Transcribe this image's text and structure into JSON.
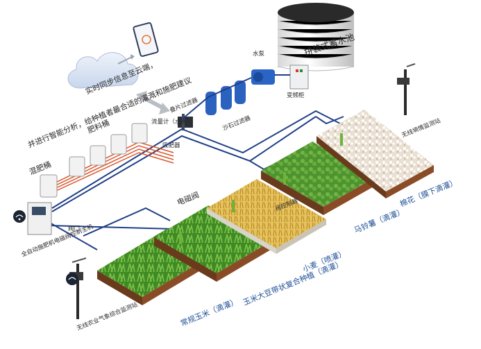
{
  "texts": {
    "cloud_line1": "实时同步信息至云端，",
    "cloud_line2": "并进行智能分析，给种植者最合适的灌溉和施肥建议",
    "tank": "拼装式蓄水池",
    "pump": "水泵",
    "vfd": "变频柜",
    "disc_filter": "叠片过滤器",
    "sand_filter": "沙石过滤器",
    "flowmeter": "流量计（水表）",
    "suction": "吸肥器",
    "fert_bucket": "肥料桶",
    "mix_bucket": "混肥桶",
    "valve": "阀门",
    "solenoid": "电磁阀",
    "controller": "全自动施肥机电磁阀控制主机",
    "weather_station": "无线农业气象综合监测站",
    "soil_station": "无线墒情监测站",
    "ctrl_box": "阀控制器",
    "crops": {
      "corn": "常规玉米（滴灌）",
      "strip": "玉米大豆带状复合种植（滴灌）",
      "wheat": "小麦（喷灌）",
      "potato": "马铃薯（滴灌）",
      "cotton": "棉花（膜下滴灌）"
    }
  },
  "colors": {
    "pipe_main": "#1f3f86",
    "pipe_fert": "#d8552a",
    "soil": "#6a3a1c",
    "corn": "#4f9a2b",
    "wheat": "#e2b84a",
    "cotton": "#f4f1ea"
  }
}
